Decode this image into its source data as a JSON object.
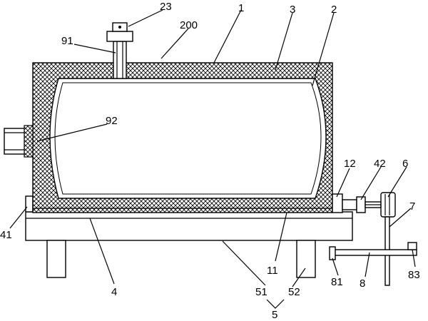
{
  "labels": {
    "l23": "23",
    "l1": "1",
    "l3": "3",
    "l2": "2",
    "l200": "200",
    "l91": "91",
    "l92": "92",
    "l12": "12",
    "l42": "42",
    "l6": "6",
    "l7": "7",
    "l41": "41",
    "l4": "4",
    "l11": "11",
    "l51": "51",
    "l52": "52",
    "l81": "81",
    "l8": "8",
    "l83": "83",
    "l5": "5"
  }
}
